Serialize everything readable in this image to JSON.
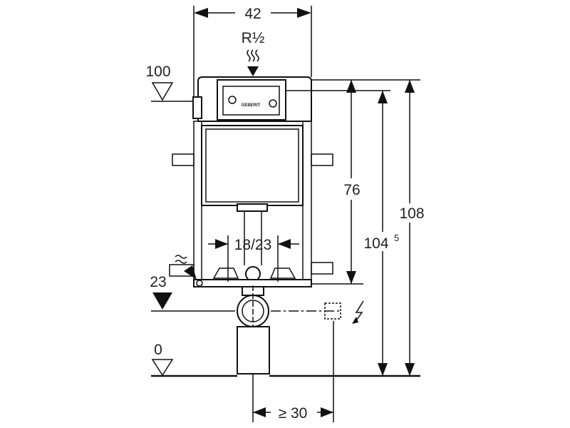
{
  "dimensions": {
    "width_label": "42",
    "water_inlet_label": "R½",
    "top_level_label": "100",
    "height_76_label": "76",
    "height_1045_label": "104",
    "height_1045_superscript": "5",
    "height_108_label": "108",
    "drain_spacing_label": "18/23",
    "drain_level_label": "23",
    "floor_level_label": "0",
    "electrical_offset_label": "≥ 30"
  },
  "logo_text": "GEBERIT"
}
